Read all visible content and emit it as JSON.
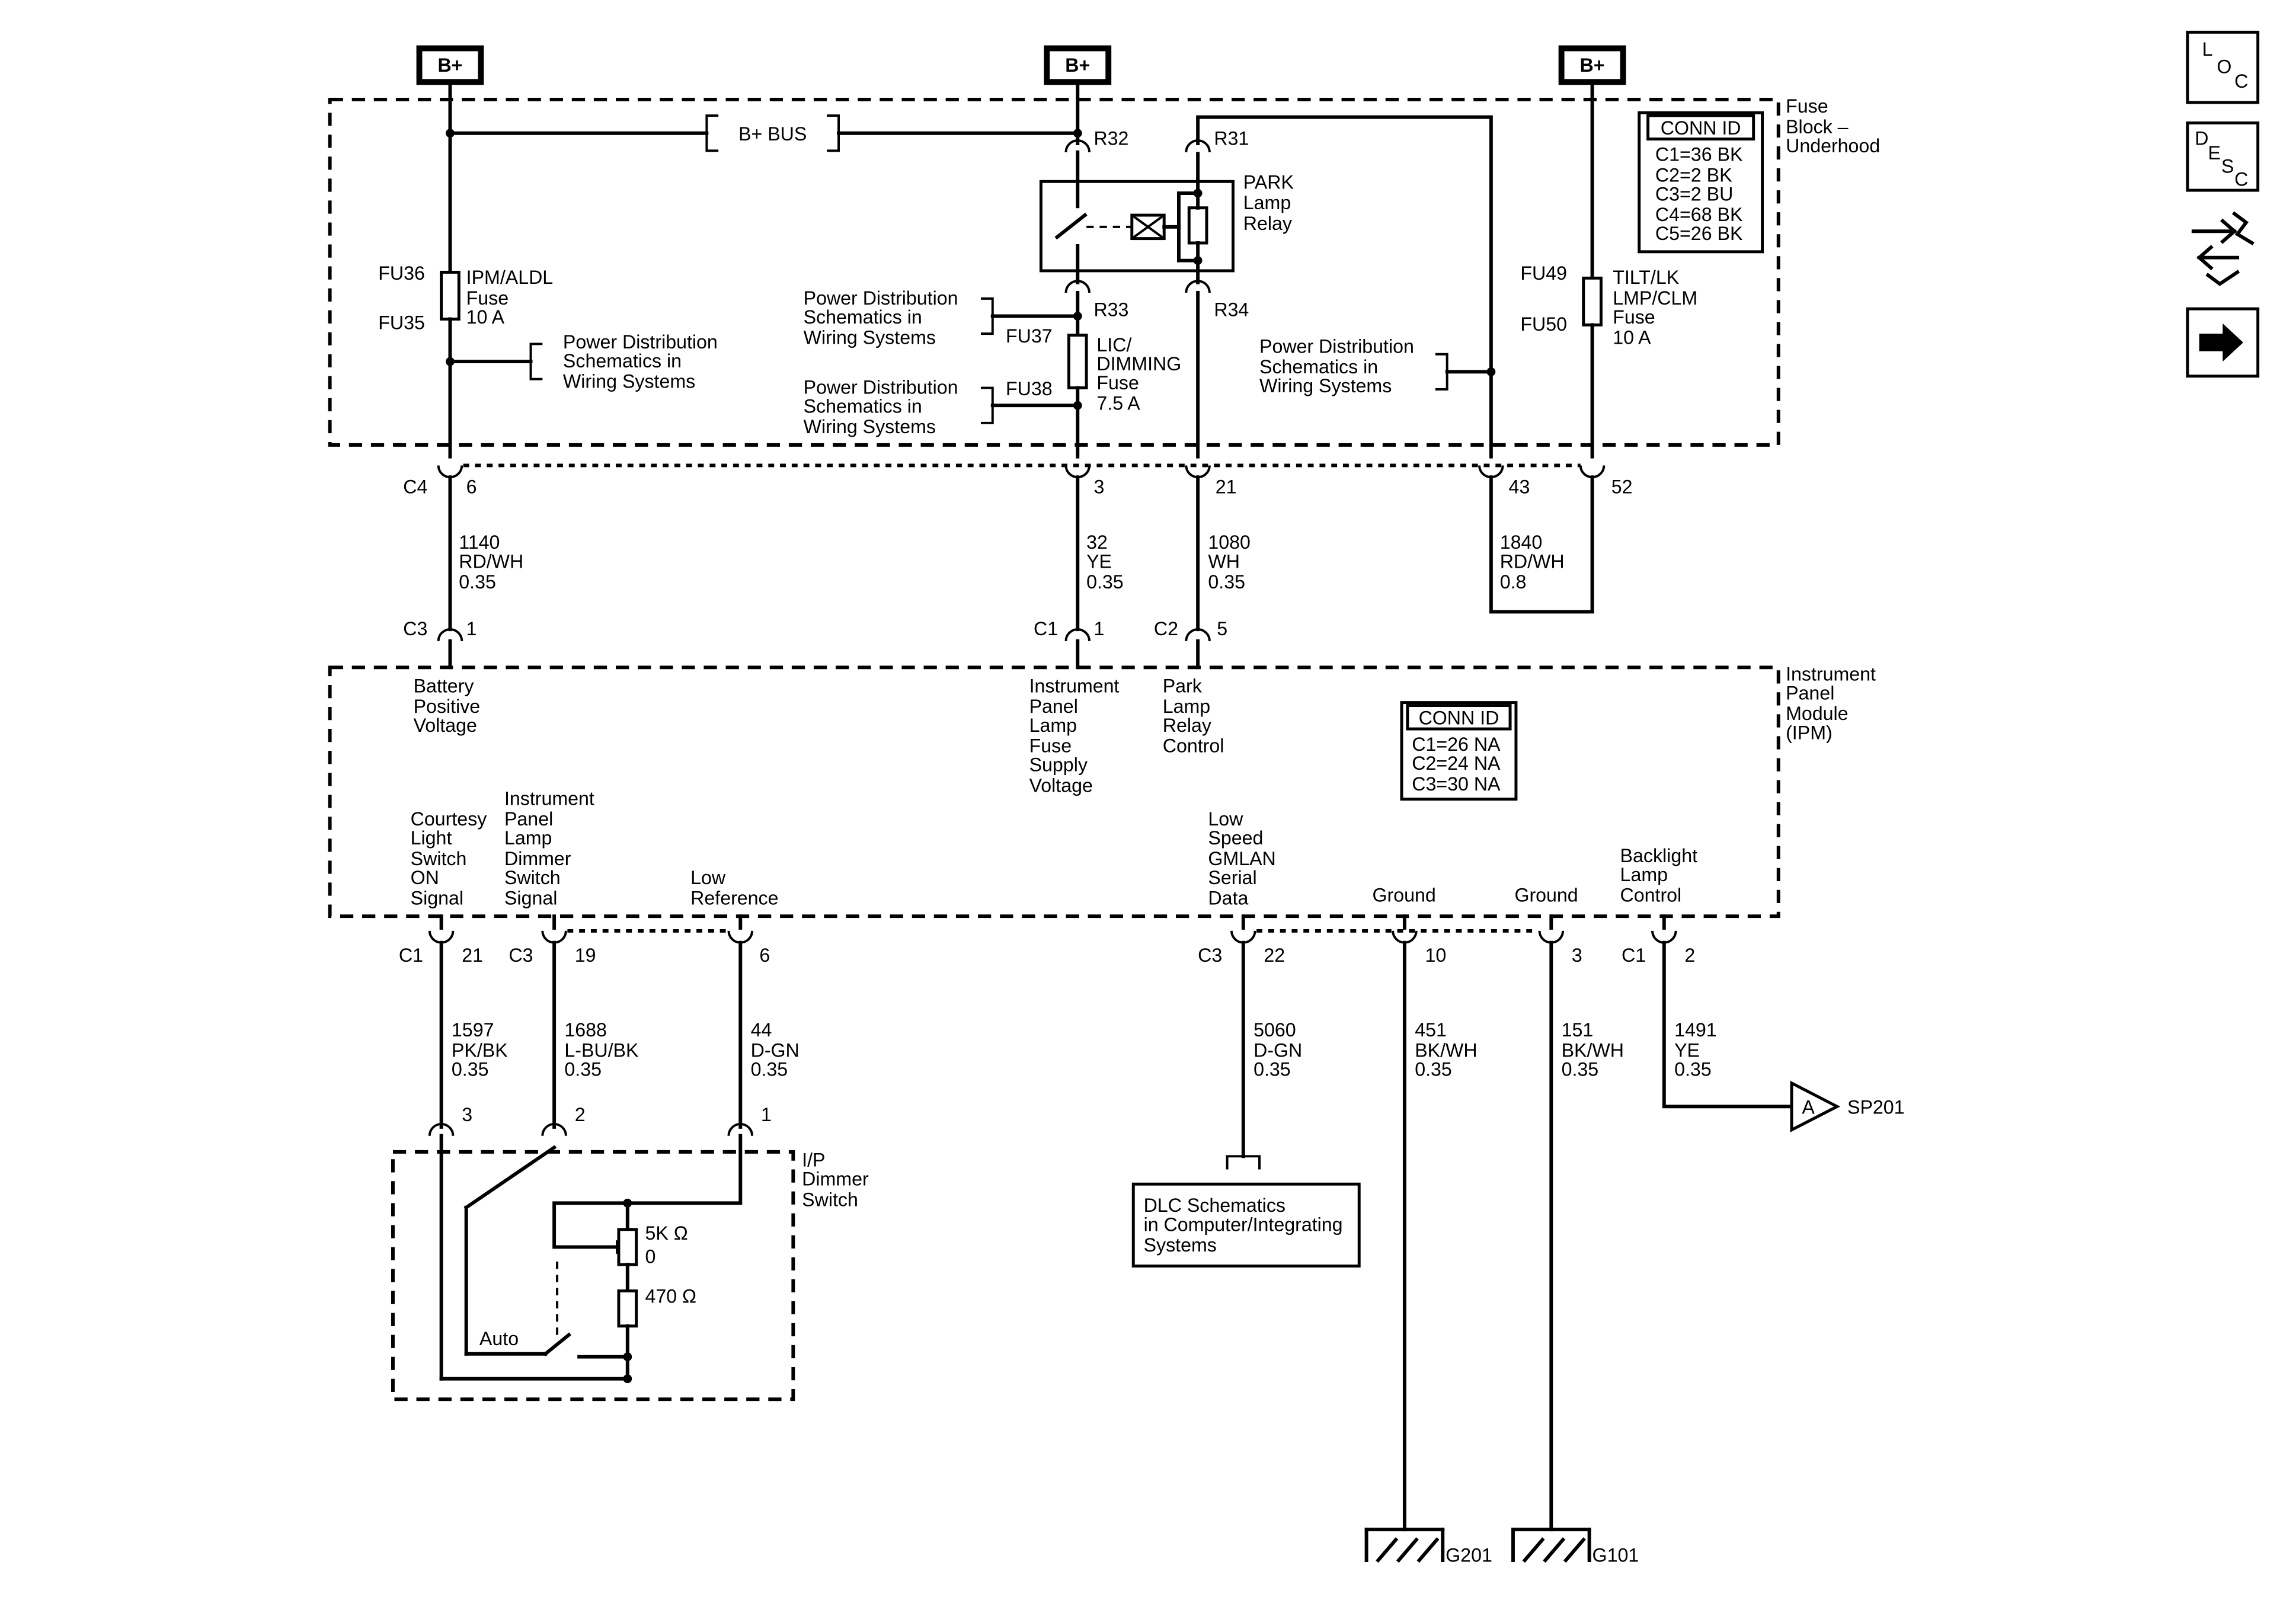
{
  "battery_terminals": [
    "B+",
    "B+",
    "B+"
  ],
  "fuse_block": {
    "title": [
      "Fuse",
      "Block –",
      "Underhood"
    ],
    "bus_label": "B+ BUS",
    "conn_id": {
      "title": "CONN ID",
      "rows": [
        "C1=36 BK",
        "C2=2 BK",
        "C3=2 BU",
        "C4=68 BK",
        "C5=26 BK"
      ]
    },
    "fuse_ipm": {
      "pin_top": "FU36",
      "pin_bottom": "FU35",
      "lines": [
        "IPM/ALDL",
        "Fuse",
        "10 A"
      ]
    },
    "fuse_lic": {
      "pin_top": "FU37",
      "pin_bottom": "FU38",
      "lines": [
        "LIC/",
        "DIMMING",
        "Fuse",
        "7.5 A"
      ]
    },
    "fuse_tilt": {
      "pin_top": "FU49",
      "pin_bottom": "FU50",
      "lines": [
        "TILT/LK",
        "LMP/CLM",
        "Fuse",
        "10 A"
      ]
    },
    "relay": {
      "lines": [
        "PARK",
        "Lamp",
        "Relay"
      ],
      "terminals": [
        "R32",
        "R31",
        "R33",
        "R34"
      ]
    },
    "pd_ref_1": [
      "Power Distribution",
      "Schematics in",
      "Wiring Systems"
    ],
    "pd_ref_2": [
      "Power Distribution",
      "Schematics in",
      "Wiring Systems"
    ],
    "pd_ref_3": [
      "Power Distribution",
      "Schematics in",
      "Wiring Systems"
    ],
    "pd_ref_4": [
      "Power Distribution",
      "Schematics in",
      "Wiring Systems"
    ]
  },
  "fuse_block_connectors": {
    "connector": "C4",
    "pins": [
      "6",
      "3",
      "21",
      "43",
      "52"
    ]
  },
  "upper_wires": [
    {
      "circuit": "1140",
      "color": "RD/WH",
      "gauge": "0.35"
    },
    {
      "circuit": "32",
      "color": "YE",
      "gauge": "0.35"
    },
    {
      "circuit": "1080",
      "color": "WH",
      "gauge": "0.35"
    },
    {
      "circuit": "1840",
      "color": "RD/WH",
      "gauge": "0.8"
    }
  ],
  "ipm_top_connectors": [
    {
      "conn": "C3",
      "pin": "1"
    },
    {
      "conn": "C1",
      "pin": "1"
    },
    {
      "conn": "C2",
      "pin": "5"
    }
  ],
  "ipm": {
    "title": [
      "Instrument",
      "Panel",
      "Module",
      "(IPM)"
    ],
    "conn_id": {
      "title": "CONN ID",
      "rows": [
        "C1=26 NA",
        "C2=24 NA",
        "C3=30 NA"
      ]
    },
    "sig_battery": [
      "Battery",
      "Positive",
      "Voltage"
    ],
    "sig_ip_lamp": [
      "Instrument",
      "Panel",
      "Lamp",
      "Fuse",
      "Supply",
      "Voltage"
    ],
    "sig_park": [
      "Park",
      "Lamp",
      "Relay",
      "Control"
    ],
    "sig_courtesy": [
      "Courtesy",
      "Light",
      "Switch",
      "ON",
      "Signal"
    ],
    "sig_dimmer": [
      "Instrument",
      "Panel",
      "Lamp",
      "Dimmer",
      "Switch",
      "Signal"
    ],
    "sig_lowref": [
      "Low",
      "Reference"
    ],
    "sig_gmlan": [
      "Low",
      "Speed",
      "GMLAN",
      "Serial",
      "Data"
    ],
    "sig_ground1": [
      "Ground"
    ],
    "sig_ground2": [
      "Ground"
    ],
    "sig_backlight": [
      "Backlight",
      "Lamp",
      "Control"
    ]
  },
  "ipm_bottom_connectors": [
    {
      "conn": "C1",
      "pin": "21"
    },
    {
      "conn": "C3",
      "pin": "19"
    },
    {
      "conn": "",
      "pin": "6"
    },
    {
      "conn": "C3",
      "pin": "22"
    },
    {
      "conn": "",
      "pin": "10"
    },
    {
      "conn": "",
      "pin": "3"
    },
    {
      "conn": "C1",
      "pin": "2"
    }
  ],
  "lower_wires": [
    {
      "circuit": "1597",
      "color": "PK/BK",
      "gauge": "0.35"
    },
    {
      "circuit": "1688",
      "color": "L-BU/BK",
      "gauge": "0.35"
    },
    {
      "circuit": "44",
      "color": "D-GN",
      "gauge": "0.35"
    },
    {
      "circuit": "5060",
      "color": "D-GN",
      "gauge": "0.35"
    },
    {
      "circuit": "451",
      "color": "BK/WH",
      "gauge": "0.35"
    },
    {
      "circuit": "151",
      "color": "BK/WH",
      "gauge": "0.35"
    },
    {
      "circuit": "1491",
      "color": "YE",
      "gauge": "0.35"
    }
  ],
  "dimmer_switch": {
    "title": [
      "I/P",
      "Dimmer",
      "Switch"
    ],
    "pins": [
      "3",
      "2",
      "1"
    ],
    "pot_label": "5K Ω",
    "pot_zero": "0",
    "resistor_label": "470 Ω",
    "auto_label": "Auto"
  },
  "dlc_box": [
    "DLC Schematics",
    "in Computer/Integrating",
    "Systems"
  ],
  "offpage": {
    "letter": "A",
    "label": "SP201"
  },
  "grounds": [
    "G201",
    "G101"
  ],
  "side_icons": [
    {
      "name": "loc-icon",
      "letters": [
        "L",
        "O",
        "C"
      ]
    },
    {
      "name": "desc-icon",
      "letters": [
        "D",
        "E",
        "S",
        "C"
      ]
    },
    {
      "name": "connector-swap-icon"
    },
    {
      "name": "next-arrow-icon"
    }
  ]
}
